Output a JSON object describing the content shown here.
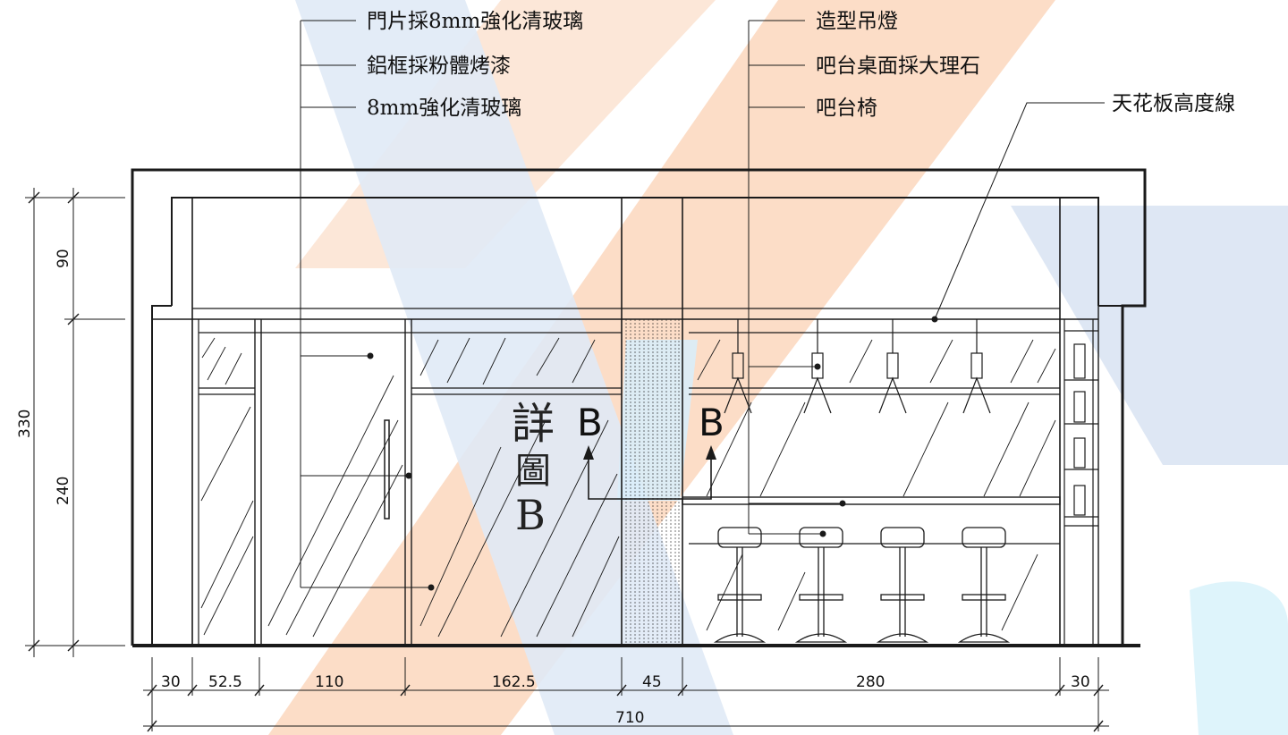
{
  "callouts_left": [
    {
      "id": "door",
      "text": "門片採8mm強化清玻璃"
    },
    {
      "id": "frame",
      "text": "鋁框採粉體烤漆"
    },
    {
      "id": "glass",
      "text": "8mm強化清玻璃"
    }
  ],
  "callouts_right": [
    {
      "id": "lamp",
      "text": "造型吊燈"
    },
    {
      "id": "bartop",
      "text": "吧台桌面採大理石"
    },
    {
      "id": "stool",
      "text": "吧台椅"
    }
  ],
  "ceiling_label": "天花板高度線",
  "detail": {
    "chars": [
      "詳",
      "圖"
    ],
    "letter": "B",
    "marker": "B"
  },
  "dims_bottom": [
    "30",
    "52.5",
    "110",
    "162.5",
    "45",
    "280",
    "30"
  ],
  "dim_total": "710",
  "dims_left": {
    "upper": "90",
    "lower": "240",
    "total": "330"
  },
  "colors": {
    "line": "#1a1a1a",
    "watermark_orange": "#f4b48a",
    "watermark_blue": "#b9cde9",
    "watermark_cyan": "#c5ecf7"
  }
}
